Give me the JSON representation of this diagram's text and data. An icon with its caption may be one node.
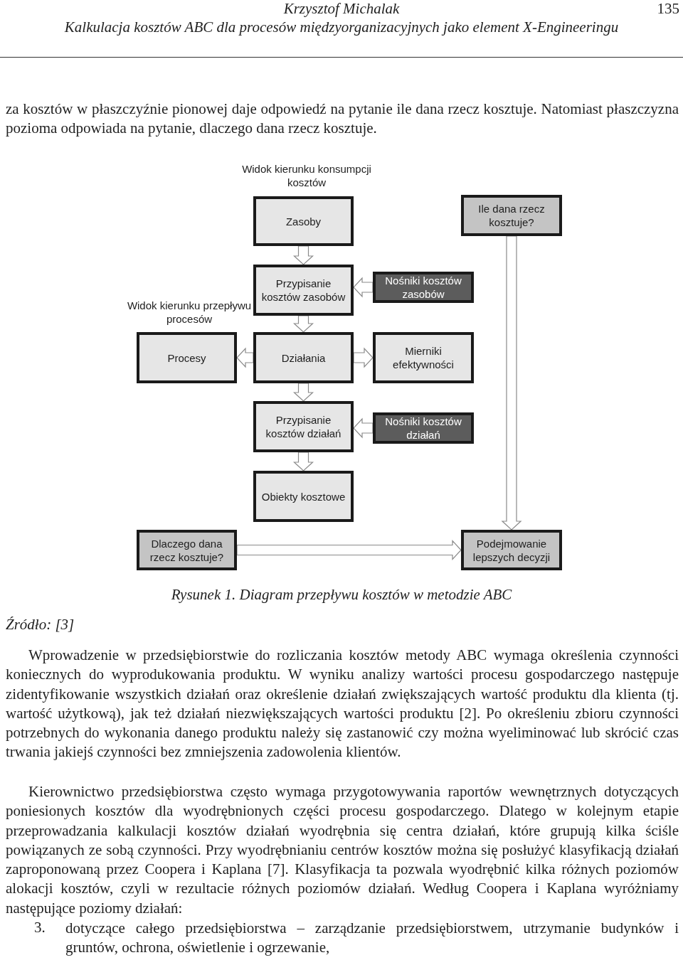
{
  "diagram": {
    "caption": "Rysunek 1. Diagram przepływu kosztów w metodzie ABC",
    "nodes": [
      {
        "text": [
          "Zasoby"
        ],
        "beside": [
          "Widok kierunku konsumpcji kosztów"
        ]
      },
      {
        "text": [
          "Ile dana rzecz kosztuje?"
        ]
      },
      {
        "text": [
          "Przypisanie kosztów zasobów"
        ]
      },
      {
        "text": [
          "Nośniki kosztów zasobów"
        ]
      },
      {
        "text": [
          "Procesy"
        ],
        "beside": [
          "Widok kierunku przepływu procesów"
        ]
      },
      {
        "text": [
          "Działania"
        ]
      },
      {
        "text": [
          "Mierniki efektywności"
        ]
      },
      {
        "text": [
          "Przypisanie kosztów działań"
        ]
      },
      {
        "text": [
          "Nośniki kosztów działań"
        ]
      },
      {
        "text": [
          "Obiekty kosztowe"
        ]
      },
      {
        "text": [
          "Dlaczego dana rzecz kosztuje?"
        ]
      },
      {
        "text": [
          "Podejmowanie lepszych decyzji"
        ]
      }
    ],
    "edges": [
      {
        "from": 0,
        "to": 2,
        "arrow": "to"
      },
      {
        "from": 3,
        "to": 2,
        "arrow": "to"
      },
      {
        "from": 2,
        "to": 5,
        "arrow": "to"
      },
      {
        "from": 5,
        "to": 4,
        "arrow": "to"
      },
      {
        "from": 5,
        "to": 6,
        "arrow": "to"
      },
      {
        "from": 5,
        "to": 7,
        "arrow": "to"
      },
      {
        "from": 8,
        "to": 7,
        "arrow": "to"
      },
      {
        "from": 7,
        "to": 9,
        "arrow": "to"
      },
      {
        "from": 1,
        "to": 11,
        "arrow": "to"
      },
      {
        "from": 10,
        "to": 11,
        "arrow": "to"
      }
    ],
    "labels": [
      "Krzysztof Michalak",
      "135",
      "Kalkulacja kosztów ABC dla procesów międzyorganizacyjnych jako element X-Engineeringu",
      "za kosztów w płaszczyźnie pionowej daje odpowiedź na pytanie ile dana rzecz kosztuje. Natomiast płaszczyzna pozioma odpowiada na pytanie, dlaczego dana rzecz kosztuje.",
      "Źródło: [3]",
      "Wprowadzenie w przedsiębiorstwie do rozliczania kosztów metody ABC wymaga określenia czynności koniecznych do wyprodukowania produktu. W wyniku analizy wartości procesu gospodarczego następuje zidentyfikowanie wszystkich działań oraz określenie działań zwiększających wartość produktu dla klienta (tj. wartość użytkową), jak też działań niezwiększających wartości produktu [2]. Po określeniu zbioru czynności potrzebnych do wykonania danego produktu należy się zastanowić czy można wyeliminować lub skrócić czas trwania jakiejś czynności bez zmniejszenia zadowolenia klientów.",
      "Kierownictwo przedsiębiorstwa często wymaga przygotowywania raportów wewnętrznych dotyczących poniesionych kosztów dla wyodrębnionych części procesu gospodarczego. Dlatego w kolejnym etapie przeprowadzania kalkulacji kosztów działań wyodrębnia się centra działań, które grupują kilka ściśle powiązanych ze sobą czynności. Przy wyodrębnianiu centrów kosztów można się posłużyć klasyfikacją działań zaproponowaną przez Coopera i Kaplana [7]. Klasyfikacja ta pozwala wyodrębnić kilka różnych poziomów alokacji kosztów, czyli w rezultacie różnych poziomów działań. Według Coopera i Kaplana wyróżniamy następujące poziomy działań:",
      "3.",
      "dotyczące całego przedsiębiorstwa – zarządzanie przedsiębiorstwem, utrzymanie budynków i gruntów, ochrona, oświetlenie i ogrzewanie,"
    ]
  }
}
